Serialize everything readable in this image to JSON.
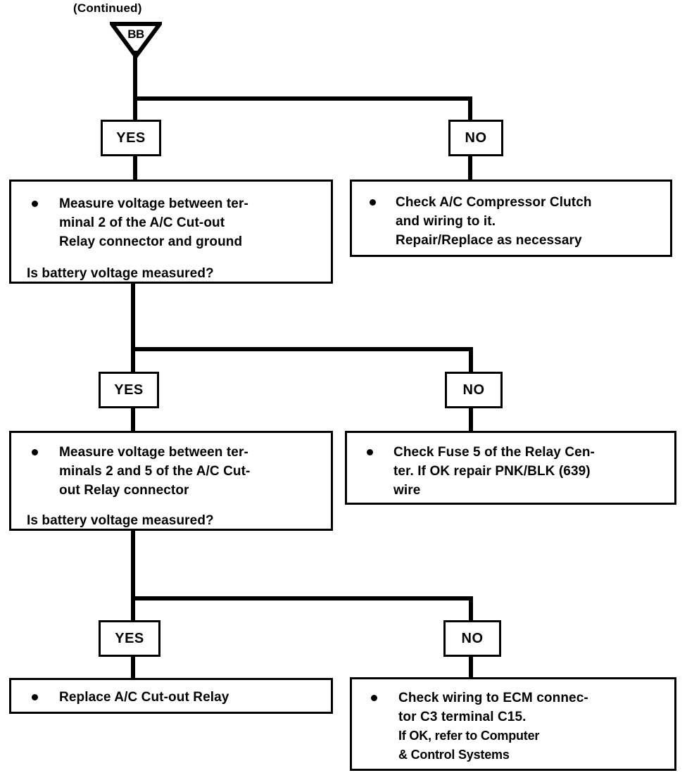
{
  "header": {
    "continued_label": "(Continued)",
    "connector_symbol": "BB"
  },
  "branches": [
    {
      "yes_label": "YES",
      "no_label": "NO",
      "yes_box": {
        "bullet_text": "Measure voltage between ter-\nminal 2 of the A/C Cut-out\nRelay connector and ground",
        "question_text": "Is battery voltage measured?"
      },
      "no_box": {
        "bullet_text": "Check A/C Compressor Clutch\nand wiring to it.\nRepair/Replace as necessary"
      }
    },
    {
      "yes_label": "YES",
      "no_label": "NO",
      "yes_box": {
        "bullet_text": "Measure voltage between ter-\nminals 2 and 5 of the A/C Cut-\nout Relay connector",
        "question_text": "Is battery voltage measured?"
      },
      "no_box": {
        "bullet_text": "Check Fuse 5 of the Relay Cen-\nter. If OK repair PNK/BLK (639)\nwire"
      }
    },
    {
      "yes_label": "YES",
      "no_label": "NO",
      "yes_box": {
        "bullet_text": "Replace A/C Cut-out Relay"
      },
      "no_box": {
        "bullet_text": "Check wiring to ECM connec-\ntor C3 terminal C15.",
        "bullet_text_extra": "If OK, refer to Computer\n& Control Systems"
      }
    }
  ],
  "colors": {
    "ink": "#000000",
    "paper": "#ffffff"
  }
}
